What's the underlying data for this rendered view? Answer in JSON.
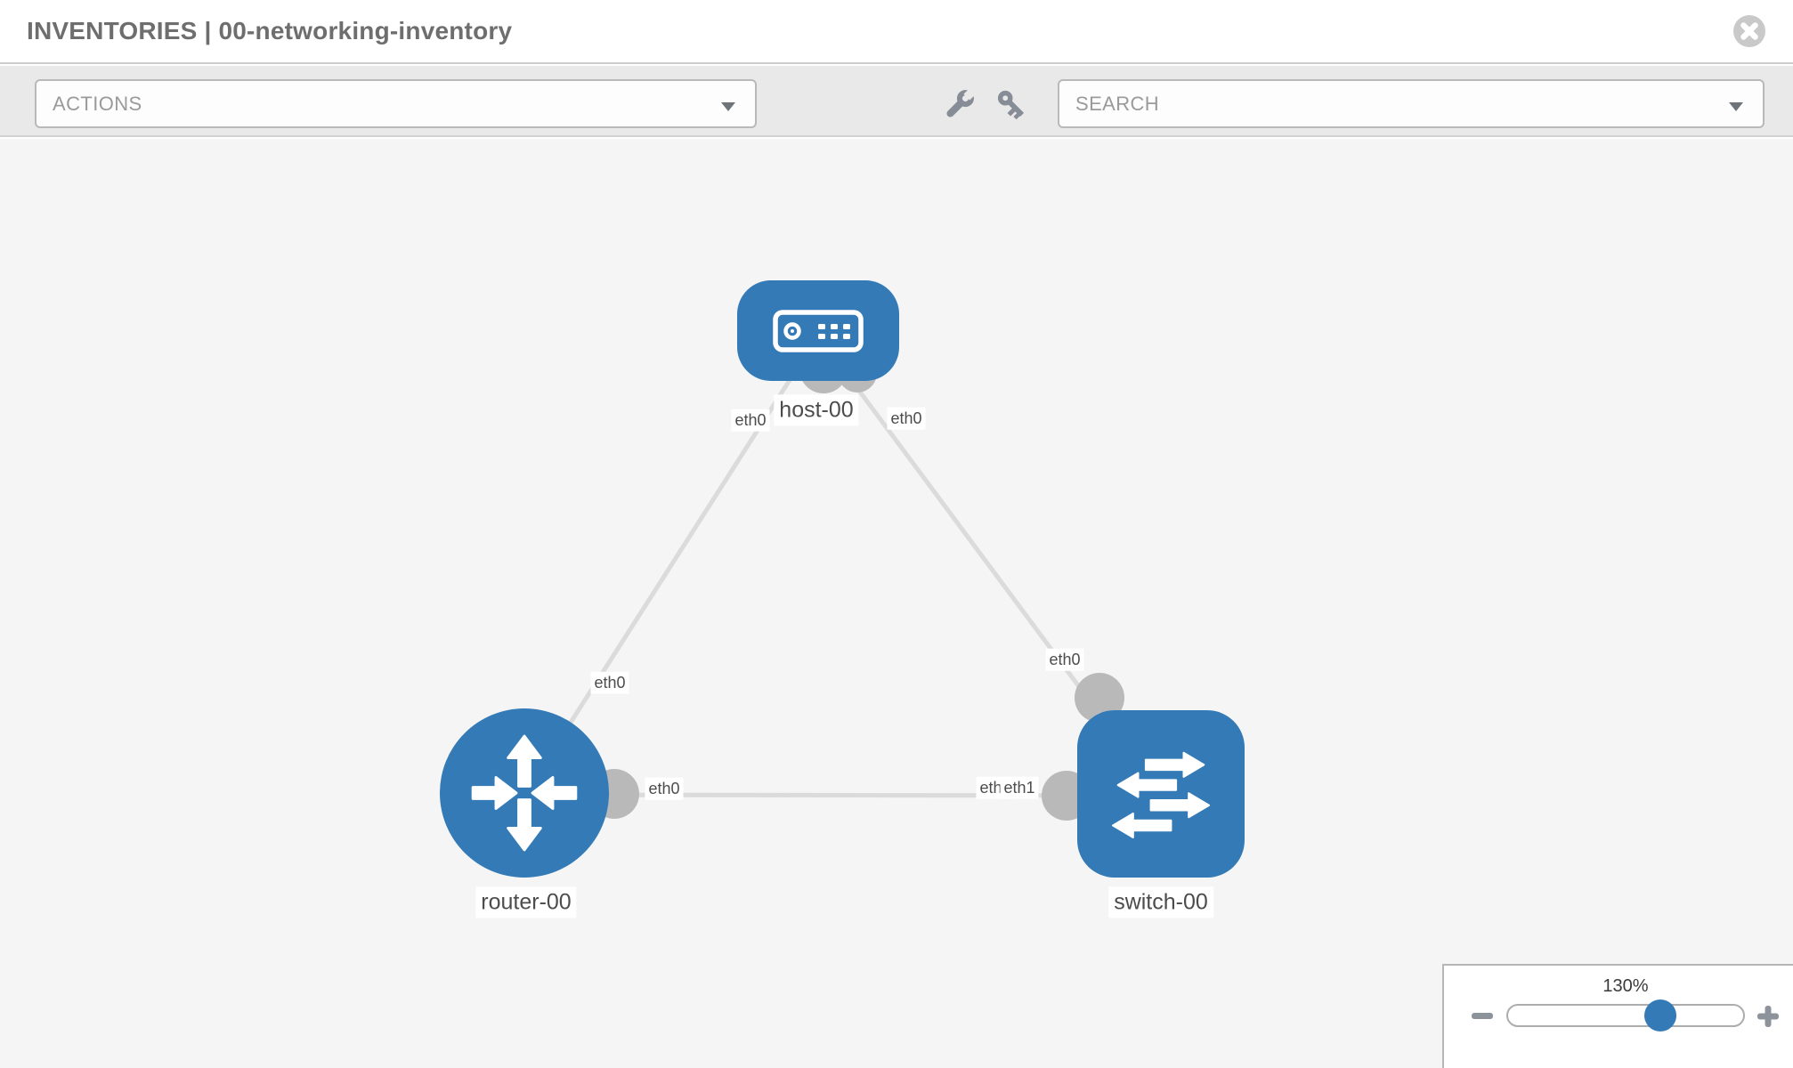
{
  "window": {
    "title": "INVENTORIES | 00-networking-inventory",
    "close_icon": "circle-x-icon"
  },
  "toolbar": {
    "actions": {
      "label": "ACTIONS",
      "caret_icon": "chevron-down-icon"
    },
    "tools": [
      {
        "icon": "wrench-icon"
      },
      {
        "icon": "key-icon"
      }
    ],
    "search": {
      "placeholder": "SEARCH",
      "caret_icon": "chevron-down-icon"
    }
  },
  "topology": {
    "nodes": [
      {
        "type": "host",
        "label": "host-00",
        "icon": "server-icon"
      },
      {
        "type": "router",
        "label": "router-00",
        "icon": "router-arrows-icon"
      },
      {
        "type": "switch",
        "label": "switch-00",
        "icon": "switch-arrows-icon"
      }
    ],
    "links": [
      {
        "from": "host-00",
        "to": "router-00"
      },
      {
        "from": "host-00",
        "to": "switch-00"
      },
      {
        "from": "router-00",
        "to": "switch-00"
      }
    ],
    "interface_labels": [
      {
        "name": "host-left-end",
        "text": "eth0"
      },
      {
        "name": "host-right-end",
        "text": "eth0"
      },
      {
        "name": "host-router-link-router-end",
        "text": "eth0"
      },
      {
        "name": "host-switch-link-switch-end",
        "text": "eth0"
      },
      {
        "name": "router-switch-link-router-end",
        "text": "eth0"
      },
      {
        "name": "router-switch-link-switch-under",
        "text": "eth0"
      },
      {
        "name": "router-switch-link-switch-end",
        "text": "eth1"
      }
    ]
  },
  "zoom_control": {
    "level": "130%",
    "decrease_icon": "minus-icon",
    "increase_icon": "plus-icon"
  },
  "colors": {
    "node_blue": "#337ab7",
    "link_gray": "#dbdbdb",
    "endpoint_gray": "#b9b9b9",
    "canvas_bg": "#f5f5f5",
    "toolbar_bg": "#e9e9e9",
    "title_text": "#6e6e6e",
    "slider_handle": "#337ab7"
  }
}
